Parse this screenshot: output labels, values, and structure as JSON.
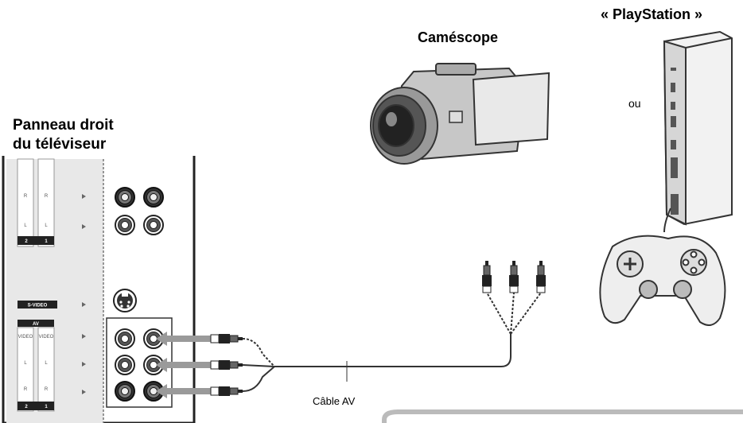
{
  "tv_panel": {
    "title_line1": "Panneau droit",
    "title_line2": "du téléviseur",
    "input_labels": {
      "r": "R",
      "l": "L",
      "num2": "2",
      "num1": "1",
      "svideo": "S-VIDEO",
      "av": "AV",
      "video": "VIDEO"
    }
  },
  "camcorder": {
    "title": "Caméscope"
  },
  "playstation": {
    "title": "« PlayStation »",
    "or_label": "ou"
  },
  "cable": {
    "label": "Câble AV"
  }
}
